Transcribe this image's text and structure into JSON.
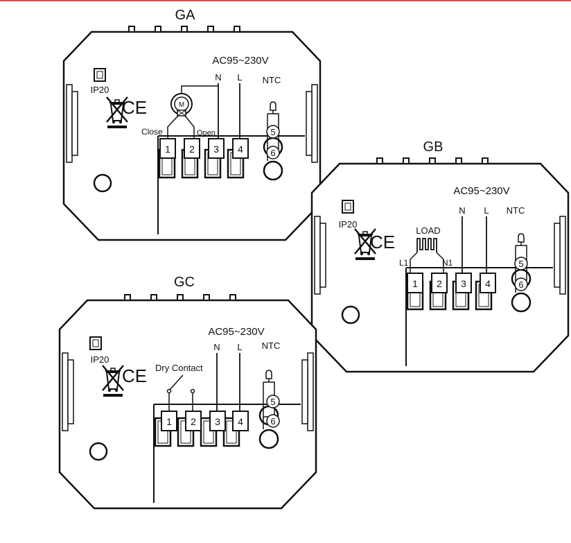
{
  "colors": {
    "line": "#111111",
    "background": "#ffffff",
    "top_rule": "#e5484d"
  },
  "units": {
    "ga": {
      "title": "GA",
      "voltage": "AC95~230V",
      "rating": "IP20",
      "ce_mark": "CE",
      "weee_icon": "crossed-out-bin-icon",
      "n_label": "N",
      "l_label": "L",
      "ntc_label": "NTC",
      "terminals": [
        "1",
        "2",
        "3",
        "4"
      ],
      "ntc_terminals": [
        "5",
        "6"
      ],
      "close_label": "Close",
      "open_label": "Open",
      "motor_label": "M"
    },
    "gb": {
      "title": "GB",
      "voltage": "AC95~230V",
      "rating": "IP20",
      "ce_mark": "CE",
      "weee_icon": "crossed-out-bin-icon",
      "n_label": "N",
      "l_label": "L",
      "ntc_label": "NTC",
      "terminals": [
        "1",
        "2",
        "3",
        "4"
      ],
      "ntc_terminals": [
        "5",
        "6"
      ],
      "load_label": "LOAD",
      "l1_label": "L1",
      "n1_label": "N1"
    },
    "gc": {
      "title": "GC",
      "voltage": "AC95~230V",
      "rating": "IP20",
      "ce_mark": "CE",
      "weee_icon": "crossed-out-bin-icon",
      "n_label": "N",
      "l_label": "L",
      "ntc_label": "NTC",
      "terminals": [
        "1",
        "2",
        "3",
        "4"
      ],
      "ntc_terminals": [
        "5",
        "6"
      ],
      "dry_contact_label": "Dry Contact"
    }
  }
}
